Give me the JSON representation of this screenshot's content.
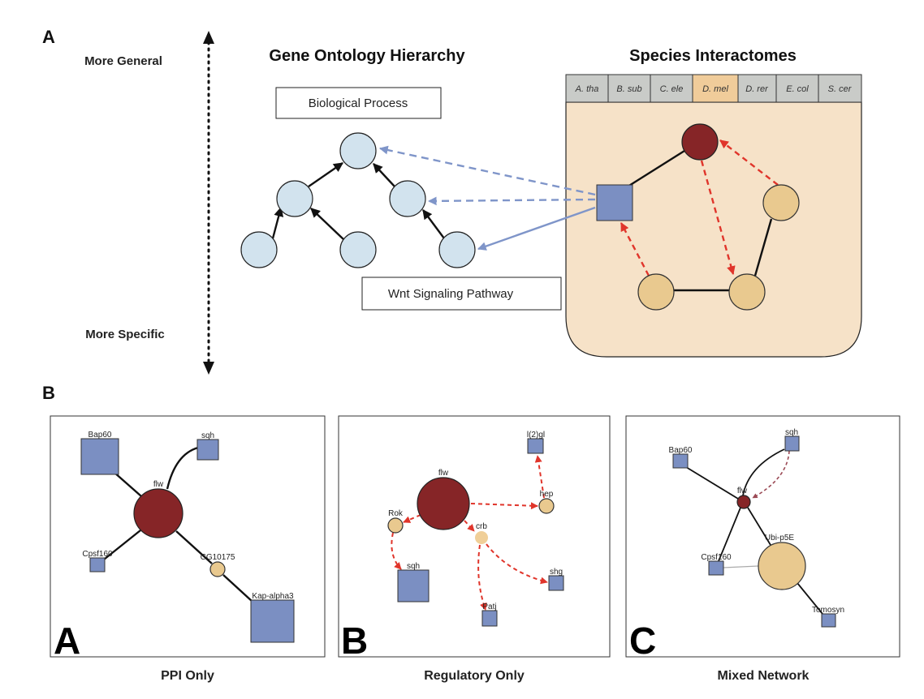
{
  "panel_a": {
    "label": "A",
    "axis": {
      "top": "More General",
      "bottom": "More Specific"
    },
    "go_title": "Gene Ontology Hierarchy",
    "species_title": "Species Interactomes",
    "go_root_box": "Biological Process",
    "go_leaf_box": "Wnt Signaling Pathway",
    "species_tabs": [
      "A. tha",
      "B. sub",
      "C. ele",
      "D. mel",
      "D. rer",
      "E. col",
      "S. cer"
    ],
    "selected_tab": "D. mel",
    "colors": {
      "tab": "#c9cbc8",
      "tab_selected": "#f0cc9a",
      "panel": "#f6e2c8",
      "go_node": "#d2e3ee",
      "protein_square": "#7b8fc2",
      "query_node": "#862527",
      "gene_node": "#e9c98f",
      "regulatory_edge": "#e0352b",
      "annotation_edge": "#7f95c9"
    }
  },
  "panel_b": {
    "label": "B",
    "networks": [
      {
        "letter": "A",
        "caption": "PPI Only",
        "nodes": [
          "Bap60",
          "sqh",
          "flw",
          "Cpsf160",
          "CG10175",
          "Kap-alpha3"
        ]
      },
      {
        "letter": "B",
        "caption": "Regulatory Only",
        "nodes": [
          "l(2)gl",
          "flw",
          "hep",
          "Rok",
          "crb",
          "sqh",
          "shg",
          "Patj"
        ]
      },
      {
        "letter": "C",
        "caption": "Mixed Network",
        "nodes": [
          "Bap60",
          "sqh",
          "flw",
          "Ubi-p5E",
          "Cpsf160",
          "Tomosyn"
        ]
      }
    ]
  }
}
